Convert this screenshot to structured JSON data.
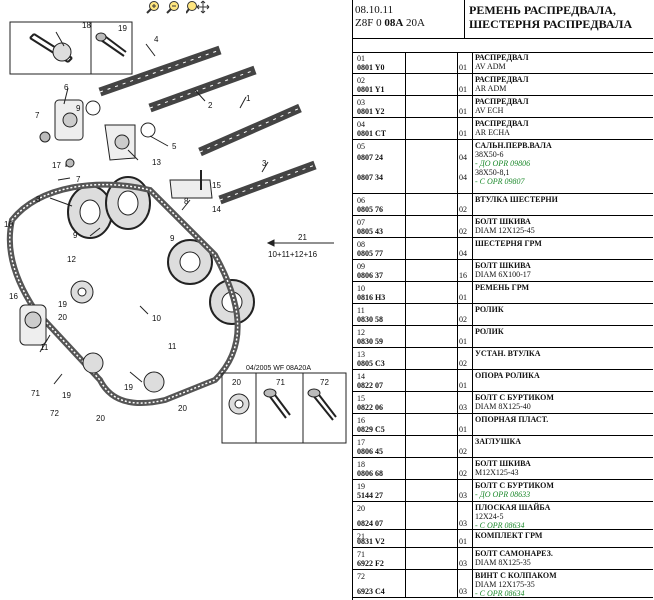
{
  "toolbar": {
    "zoom_in": "zoom-in-icon",
    "zoom_out": "zoom-out-icon",
    "pan": "pan-icon"
  },
  "diagram": {
    "callouts": [
      "1",
      "2",
      "3",
      "4",
      "5",
      "6",
      "7",
      "8",
      "9",
      "10",
      "11",
      "12",
      "13",
      "14",
      "15",
      "16",
      "17",
      "18",
      "19",
      "20",
      "21",
      "71",
      "72"
    ],
    "group_label": "21",
    "group_formula": "10+11+12+16",
    "stamp": "04/2005  WF 08A20A"
  },
  "header": {
    "date": "08.10.11",
    "engine_code": "Z8F 0 ",
    "engine_bold": "08A",
    "engine_suffix": " 20A",
    "title_line1": "РЕМЕНЬ РАСПРЕДВАЛА,",
    "title_line2": "ШЕСТЕРНЯ РАСПРЕДВАЛА"
  },
  "rows": [
    {
      "pos": "01",
      "part": "0801 Y0",
      "qty": "01",
      "name": "РАСПРЕДВАЛ",
      "lines": [
        {
          "t": "AV ADM",
          "g": false
        }
      ]
    },
    {
      "pos": "02",
      "part": "0801 Y1",
      "qty": "01",
      "name": "РАСПРЕДВАЛ",
      "lines": [
        {
          "t": "AR ADM",
          "g": false
        }
      ]
    },
    {
      "pos": "03",
      "part": "0801 Y2",
      "qty": "01",
      "name": "РАСПРЕДВАЛ",
      "lines": [
        {
          "t": "AV ECH",
          "g": false
        }
      ]
    },
    {
      "pos": "04",
      "part": "0801 CT",
      "qty": "01",
      "name": "РАСПРЕДВАЛ",
      "lines": [
        {
          "t": "AR ECHA",
          "g": false
        }
      ]
    },
    {
      "pos": "05",
      "part": "0807 24",
      "part2": "0807 34",
      "qty": "04",
      "qty2": "04",
      "name": "САЛЬН.ПЕРВ.ВАЛА",
      "lines": [
        {
          "t": "38X50-6",
          "g": false
        },
        {
          "t": "- ДО OPR 09806",
          "g": true
        },
        {
          "t": "38X50-8,1",
          "g": false
        },
        {
          "t": "- С OPR 09807",
          "g": true
        }
      ]
    },
    {
      "pos": "06",
      "part": "0805 76",
      "qty": "02",
      "name": "ВТУЛКА ШЕСТЕРНИ",
      "lines": []
    },
    {
      "pos": "07",
      "part": "0805 43",
      "qty": "02",
      "name": "БОЛТ ШКИВА",
      "lines": [
        {
          "t": "DIAM 12X125-45",
          "g": false
        }
      ]
    },
    {
      "pos": "08",
      "part": "0805 77",
      "qty": "04",
      "name": "ШЕСТЕРНЯ ГРМ",
      "lines": []
    },
    {
      "pos": "09",
      "part": "0806 37",
      "qty": "16",
      "name": "БОЛТ ШКИВА",
      "lines": [
        {
          "t": "DIAM 6X100-17",
          "g": false
        }
      ]
    },
    {
      "pos": "10",
      "part": "0816 H3",
      "qty": "01",
      "name": "РЕМЕНЬ ГРМ",
      "lines": []
    },
    {
      "pos": "11",
      "part": "0830 58",
      "qty": "02",
      "name": "РОЛИК",
      "lines": []
    },
    {
      "pos": "12",
      "part": "0830 59",
      "qty": "01",
      "name": "РОЛИК",
      "lines": []
    },
    {
      "pos": "13",
      "part": "0805 C3",
      "qty": "02",
      "name": "УСТАН. ВТУЛКА",
      "lines": []
    },
    {
      "pos": "14",
      "part": "0822 07",
      "qty": "01",
      "name": "ОПОРА РОЛИКА",
      "lines": []
    },
    {
      "pos": "15",
      "part": "0822 06",
      "qty": "03",
      "name": "БОЛТ С БУРТИКОМ",
      "lines": [
        {
          "t": "DIAM 8X125-40",
          "g": false
        }
      ]
    },
    {
      "pos": "16",
      "part": "0829 C5",
      "qty": "01",
      "name": "ОПОРНАЯ ПЛАСТ.",
      "lines": []
    },
    {
      "pos": "17",
      "part": "0806 45",
      "qty": "02",
      "name": "ЗАГЛУШКА",
      "lines": []
    },
    {
      "pos": "18",
      "part": "0806 68",
      "qty": "02",
      "name": "БОЛТ ШКИВА",
      "lines": [
        {
          "t": "M12X125-43",
          "g": false
        }
      ]
    },
    {
      "pos": "19",
      "part": "5144 27",
      "qty": "03",
      "name": "БОЛТ С БУРТИКОМ",
      "lines": [
        {
          "t": "- ДО OPR 08633",
          "g": true
        }
      ]
    },
    {
      "pos": "20",
      "part": "0824 07",
      "qty": "03",
      "name": "ПЛОСКАЯ ШАЙБА",
      "lines": [
        {
          "t": "12X24-5",
          "g": false
        },
        {
          "t": "- С OPR 08634",
          "g": true
        }
      ]
    },
    {
      "pos": "21",
      "part": "0831 V2",
      "qty": "01",
      "name": "КОМПЛЕКТ ГРМ",
      "lines": []
    },
    {
      "pos": "71",
      "part": "6922 F2",
      "qty": "03",
      "name": "БОЛТ САМОНАРЕЗ.",
      "lines": [
        {
          "t": "DIAM 8X125-35",
          "g": false
        }
      ]
    },
    {
      "pos": "72",
      "part": "6923 C4",
      "qty": "03",
      "name": "ВИНТ С КОЛПАКОМ",
      "lines": [
        {
          "t": "DIAM 12X175-35",
          "g": false
        },
        {
          "t": "- С OPR 08634",
          "g": true
        }
      ]
    }
  ]
}
